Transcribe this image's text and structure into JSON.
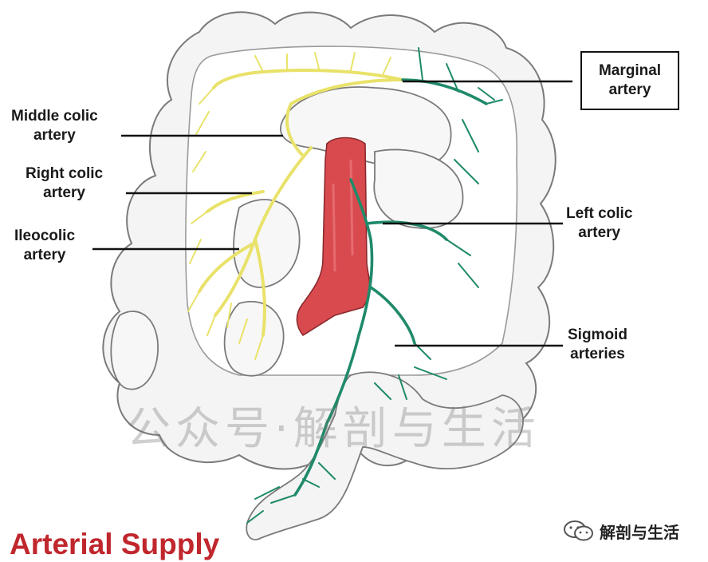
{
  "labels": {
    "marginal": [
      "Marginal",
      "artery"
    ],
    "middle_colic": [
      "Middle colic",
      "artery"
    ],
    "right_colic": [
      "Right colic",
      "artery"
    ],
    "ileocolic": [
      "Ileocolic",
      "artery"
    ],
    "left_colic": [
      "Left colic",
      "artery"
    ],
    "sigmoid": [
      "Sigmoid",
      "arteries"
    ]
  },
  "title": "Arterial Supply",
  "watermark": "公众号·解剖与生活",
  "source_text": "解剖与生活",
  "colors": {
    "sma_branches": "#e9e26a",
    "ima_branches": "#1f8a6a",
    "aorta": "#d94a4f",
    "title": "#c0272d",
    "outline": "#7a7a7a"
  }
}
